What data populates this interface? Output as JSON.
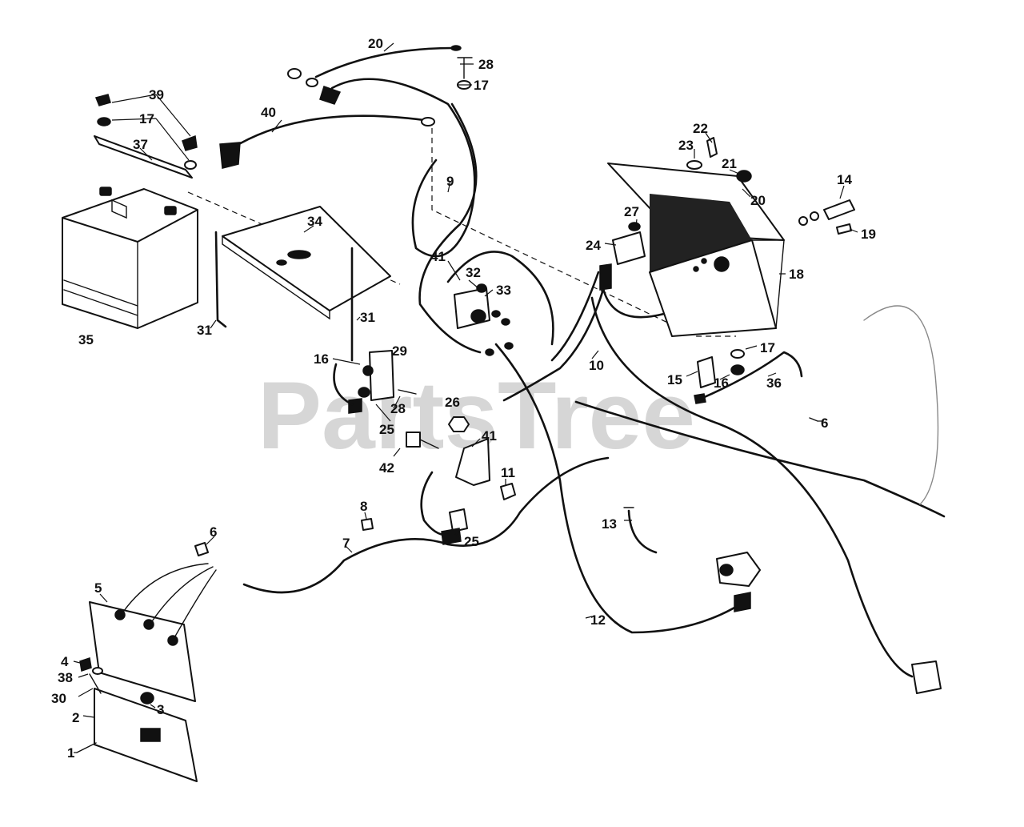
{
  "watermark": "PartsTree",
  "callouts": [
    {
      "id": "c20a",
      "text": "20"
    },
    {
      "id": "c28a",
      "text": "28"
    },
    {
      "id": "c17a",
      "text": "17"
    },
    {
      "id": "c39",
      "text": "39"
    },
    {
      "id": "c17b",
      "text": "17"
    },
    {
      "id": "c37",
      "text": "37"
    },
    {
      "id": "c40",
      "text": "40"
    },
    {
      "id": "c9",
      "text": "9"
    },
    {
      "id": "c22",
      "text": "22"
    },
    {
      "id": "c23",
      "text": "23"
    },
    {
      "id": "c21",
      "text": "21"
    },
    {
      "id": "c20b",
      "text": "20"
    },
    {
      "id": "c14",
      "text": "14"
    },
    {
      "id": "c19",
      "text": "19"
    },
    {
      "id": "c27",
      "text": "27"
    },
    {
      "id": "c24",
      "text": "24"
    },
    {
      "id": "c18",
      "text": "18"
    },
    {
      "id": "c34",
      "text": "34"
    },
    {
      "id": "c35",
      "text": "35"
    },
    {
      "id": "c31a",
      "text": "31"
    },
    {
      "id": "c31b",
      "text": "31"
    },
    {
      "id": "c41a",
      "text": "41"
    },
    {
      "id": "c32",
      "text": "32"
    },
    {
      "id": "c33",
      "text": "33"
    },
    {
      "id": "c16a",
      "text": "16"
    },
    {
      "id": "c29",
      "text": "29"
    },
    {
      "id": "c28b",
      "text": "28"
    },
    {
      "id": "c25a",
      "text": "25"
    },
    {
      "id": "c26",
      "text": "26"
    },
    {
      "id": "c42",
      "text": "42"
    },
    {
      "id": "c41b",
      "text": "41"
    },
    {
      "id": "c11",
      "text": "11"
    },
    {
      "id": "c8",
      "text": "8"
    },
    {
      "id": "c7",
      "text": "7"
    },
    {
      "id": "c25b",
      "text": "25"
    },
    {
      "id": "c10",
      "text": "10"
    },
    {
      "id": "c17c",
      "text": "17"
    },
    {
      "id": "c15",
      "text": "15"
    },
    {
      "id": "c16b",
      "text": "16"
    },
    {
      "id": "c36",
      "text": "36"
    },
    {
      "id": "c6a",
      "text": "6"
    },
    {
      "id": "c13",
      "text": "13"
    },
    {
      "id": "c12",
      "text": "12"
    },
    {
      "id": "c6b",
      "text": "6"
    },
    {
      "id": "c5",
      "text": "5"
    },
    {
      "id": "c4",
      "text": "4"
    },
    {
      "id": "c38",
      "text": "38"
    },
    {
      "id": "c30",
      "text": "30"
    },
    {
      "id": "c3",
      "text": "3"
    },
    {
      "id": "c2",
      "text": "2"
    },
    {
      "id": "c1",
      "text": "1"
    }
  ]
}
